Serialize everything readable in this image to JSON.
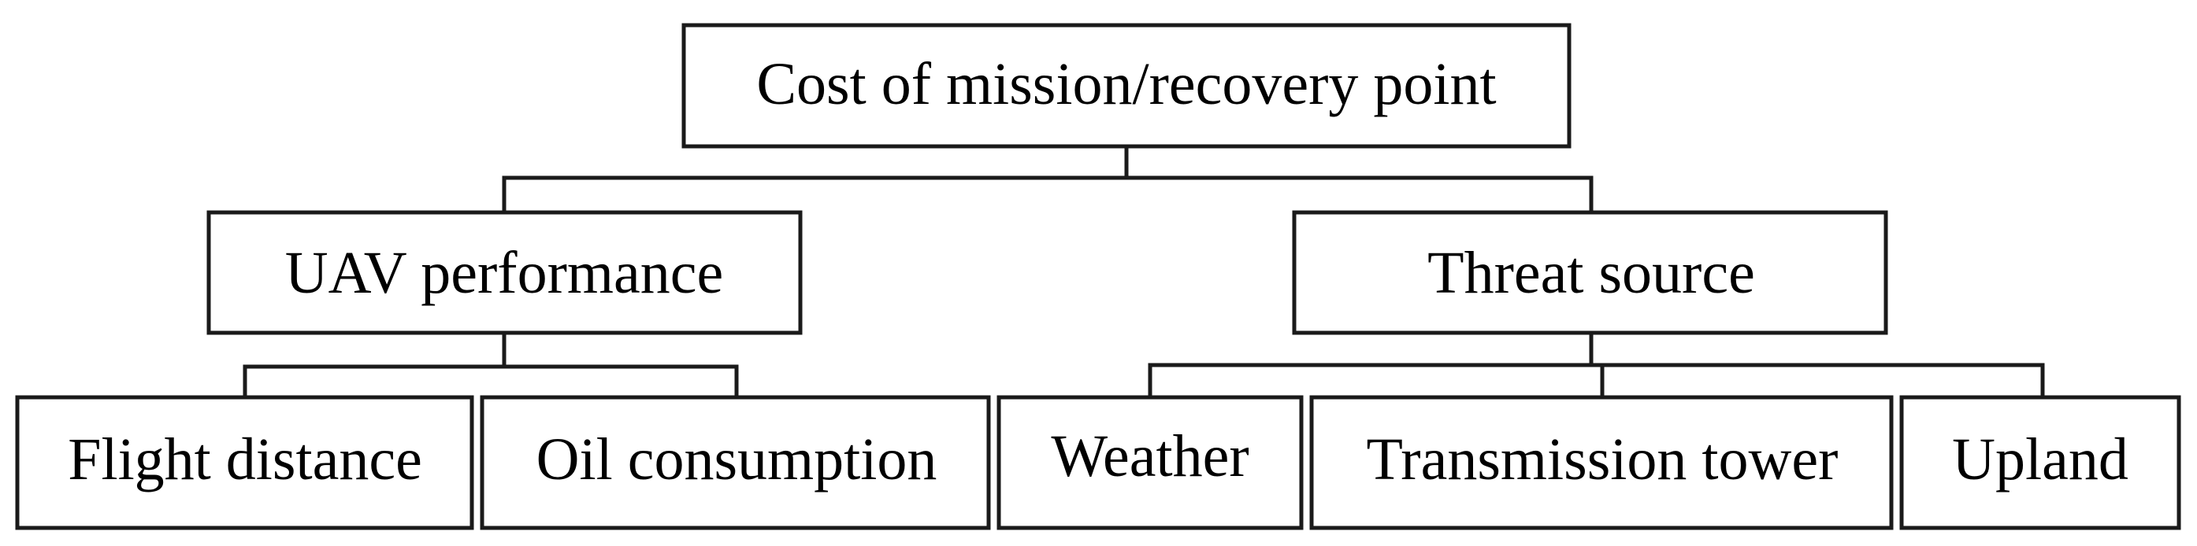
{
  "diagram": {
    "root": {
      "label": "Cost of mission/recovery point"
    },
    "level1": [
      {
        "label": "UAV performance"
      },
      {
        "label": "Threat source"
      }
    ],
    "level2": [
      {
        "label": "Flight distance"
      },
      {
        "label": "Oil consumption"
      },
      {
        "label": "Weather"
      },
      {
        "label": "Transmission tower"
      },
      {
        "label": "Upland"
      }
    ]
  }
}
